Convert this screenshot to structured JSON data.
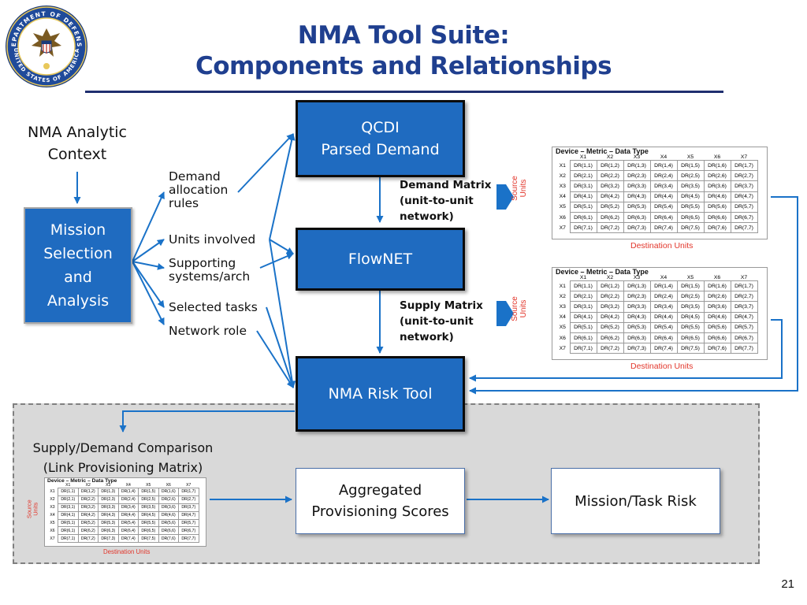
{
  "slide": {
    "title_line1": "NMA Tool Suite:",
    "title_line2": "Components and Relationships",
    "page_number": "21",
    "logo": {
      "name": "dod-seal",
      "text": "DEPARTMENT OF DEFENSE · UNITED STATES OF AMERICA"
    }
  },
  "colors": {
    "title": "#1f3f8f",
    "box_blue": "#1f6bc0",
    "arrow": "#1a72c8",
    "red_label": "#e2352a",
    "dashed_fill": "#d9d9d9"
  },
  "context": {
    "line1": "NMA Analytic",
    "line2": "Context"
  },
  "mission": {
    "line1": "Mission",
    "line2": "Selection",
    "line3": "and",
    "line4": "Analysis"
  },
  "inputs": {
    "demand_line1": "Demand",
    "demand_line2": "allocation",
    "demand_line3": "rules",
    "units": "Units involved",
    "supporting_line1": "Supporting",
    "supporting_line2": "systems/arch",
    "tasks": "Selected tasks",
    "role": "Network role"
  },
  "tools": {
    "qcdi_line1": "QCDI",
    "qcdi_line2": "Parsed Demand",
    "flownet": "FlowNET",
    "risk": "NMA Risk Tool"
  },
  "matrices": {
    "demand_line1": "Demand Matrix",
    "demand_line2": "(unit-to-unit",
    "demand_line3": "network)",
    "supply_line1": "Supply Matrix",
    "supply_line2": "(unit-to-unit",
    "supply_line3": "network)"
  },
  "comparison": {
    "line1": "Supply/Demand Comparison",
    "line2": "(Link Provisioning Matrix)"
  },
  "aggregated": {
    "line1": "Aggregated",
    "line2": "Provisioning Scores"
  },
  "mission_risk": "Mission/Task Risk",
  "data_table": {
    "title": "Device – Metric – Data Type",
    "columns": [
      "X1",
      "X2",
      "X3",
      "X4",
      "X5",
      "X6",
      "X7"
    ],
    "rows": [
      "X1",
      "X2",
      "X3",
      "X4",
      "X5",
      "X6",
      "X7"
    ],
    "cells": [
      [
        "DR(1,1)",
        "DR(1,2)",
        "DR(1,3)",
        "DR(1,4)",
        "DR(1,5)",
        "DR(1,6)",
        "DR(1,7)"
      ],
      [
        "DR(2,1)",
        "DR(2,2)",
        "DR(2,3)",
        "DR(2,4)",
        "DR(2,5)",
        "DR(2,6)",
        "DR(2,7)"
      ],
      [
        "DR(3,1)",
        "DR(3,2)",
        "DR(3,3)",
        "DR(3,4)",
        "DR(3,5)",
        "DR(3,6)",
        "DR(3,7)"
      ],
      [
        "DR(4,1)",
        "DR(4,2)",
        "DR(4,3)",
        "DR(4,4)",
        "DR(4,5)",
        "DR(4,6)",
        "DR(4,7)"
      ],
      [
        "DR(5,1)",
        "DR(5,2)",
        "DR(5,3)",
        "DR(5,4)",
        "DR(5,5)",
        "DR(5,6)",
        "DR(5,7)"
      ],
      [
        "DR(6,1)",
        "DR(6,2)",
        "DR(6,3)",
        "DR(6,4)",
        "DR(6,5)",
        "DR(6,6)",
        "DR(6,7)"
      ],
      [
        "DR(7,1)",
        "DR(7,2)",
        "DR(7,3)",
        "DR(7,4)",
        "DR(7,5)",
        "DR(7,6)",
        "DR(7,7)"
      ]
    ],
    "source_label_line1": "Source",
    "source_label_line2": "Units",
    "destination_label": "Destination Units"
  }
}
